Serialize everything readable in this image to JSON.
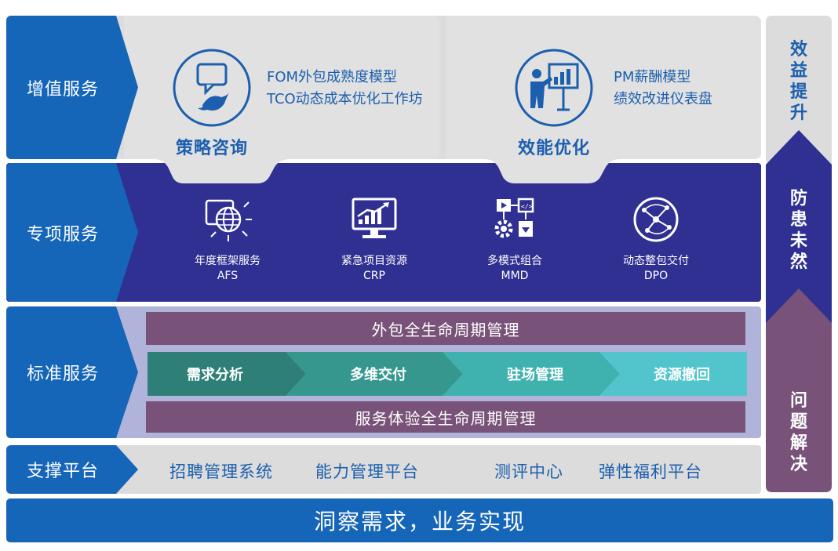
{
  "rows": {
    "value_added": "增值服务",
    "special": "专项服务",
    "standard": "标准服务",
    "support": "支撑平台"
  },
  "value_added": {
    "strategy": {
      "title": "策略咨询",
      "line1": "FOM外包成熟度模型",
      "line2": "TCO动态成本优化工作坊",
      "icon": "speech-bubble-bird-icon"
    },
    "efficiency": {
      "title": "效能优化",
      "line1": "PM薪酬模型",
      "line2": "绩效改进仪表盘",
      "icon": "presentation-chart-icon"
    }
  },
  "special_services": [
    {
      "name": "年度框架服务",
      "code": "AFS",
      "icon": "globe-window-icon"
    },
    {
      "name": "紧急项目资源",
      "code": "CRP",
      "icon": "monitor-growth-chart-icon"
    },
    {
      "name": "多模式组合",
      "code": "MMD",
      "icon": "modules-gear-icon"
    },
    {
      "name": "动态整包交付",
      "code": "DPO",
      "icon": "network-nodes-icon"
    }
  ],
  "standard": {
    "top_bar": "外包全生命周期管理",
    "bottom_bar": "服务体验全生命周期管理",
    "steps": [
      "需求分析",
      "多维交付",
      "驻场管理",
      "资源撤回"
    ]
  },
  "support_platforms": [
    "招聘管理系统",
    "能力管理平台",
    "测评中心",
    "弹性福利平台"
  ],
  "side_arrow": {
    "top": "效益提升",
    "middle": "防患未然",
    "bottom": "问题解决"
  },
  "footer": "洞察需求，业务实现",
  "colors": {
    "label_blue": "#1565b8",
    "navy": "#2f3092",
    "purple": "#785278",
    "light_gray": "#dcdcdc",
    "teal_1": "#2e7f77",
    "teal_2": "#36978f",
    "teal_3": "#3fb1ae",
    "teal_4": "#52c5cc"
  }
}
